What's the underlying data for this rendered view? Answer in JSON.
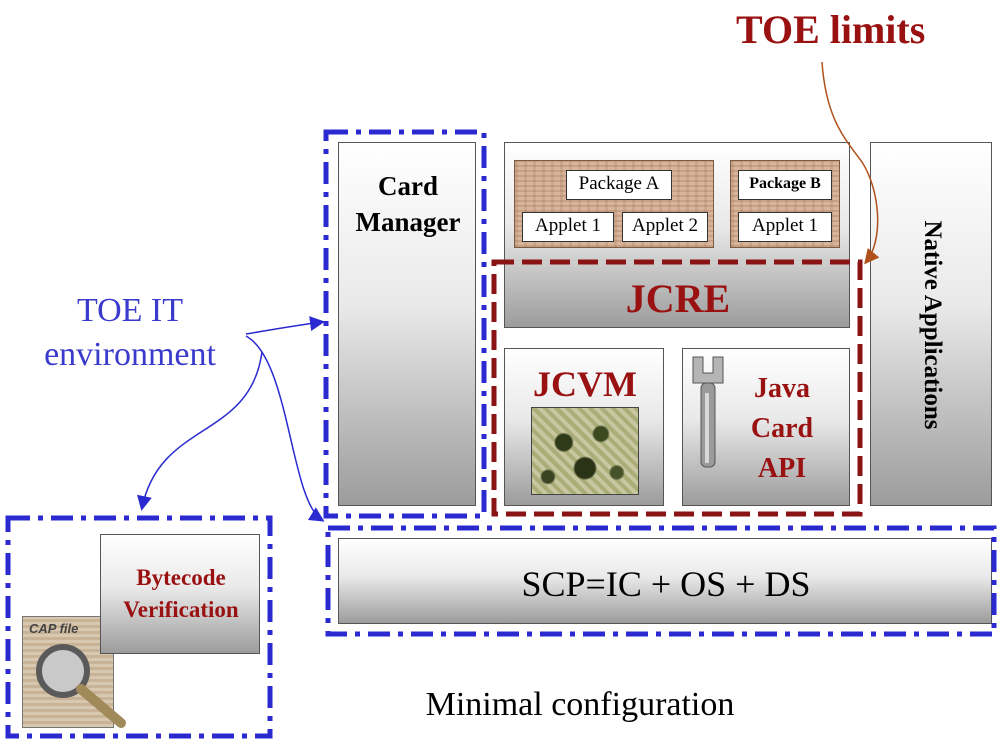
{
  "toe_limits": "TOE limits",
  "card_manager": {
    "line1": "Card",
    "line2": "Manager"
  },
  "packages": {
    "package_a": "Package A",
    "package_b": "Package B",
    "applet1_a": "Applet 1",
    "applet2_a": "Applet 2",
    "applet1_b": "Applet 1"
  },
  "jcre": "JCRE",
  "jcvm": "JCVM",
  "api": {
    "line1": "Java",
    "line2": "Card",
    "line3": "API"
  },
  "native_applications": "Native Applications",
  "toe_it_environment": {
    "line1": "TOE IT",
    "line2": "environment"
  },
  "scp": "SCP=IC + OS + DS",
  "bytecode": {
    "line1": "Bytecode",
    "line2": "Verification"
  },
  "cap_file": "CAP file",
  "caption": "Minimal configuration",
  "colors": {
    "red": "#991111",
    "blue": "#3a3acc",
    "dash_red": "#8a1414",
    "dash_blue": "#2a2ad0"
  }
}
